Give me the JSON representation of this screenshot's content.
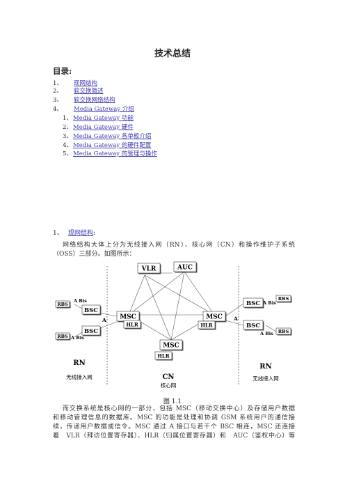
{
  "doc": {
    "title": "技术总结",
    "toc_heading": "目录:",
    "toc": [
      {
        "num": "1、",
        "label": "现网结构"
      },
      {
        "num": "2、",
        "label": "软交换简述"
      },
      {
        "num": "3、",
        "label": "软交换网络结构"
      },
      {
        "num": "4、",
        "label": "Media Gateway 介绍"
      }
    ],
    "toc_sub": [
      {
        "num": "1、",
        "label": "Media Gateway 功能"
      },
      {
        "num": "2、",
        "label": "Media Gateway 硬件"
      },
      {
        "num": "3、",
        "label": "Media Gateway 各单板介绍"
      },
      {
        "num": "4、",
        "label": "Media Gateway 的硬件配置"
      },
      {
        "num": "5、",
        "label": "Media Gateway 的管理与操作"
      }
    ],
    "section1": {
      "num": "1、",
      "label": "现网结构",
      "colon": ":"
    },
    "para1": [
      "网络结构大体上分为无线接入网（RN）、核心网（CN）和操作维护子系统",
      "（OSS）三部分。如图所示："
    ],
    "figure": {
      "caption": "图 1.1",
      "nodes": {
        "vlr": "VLR",
        "auc": "AUC",
        "msc": "MSC",
        "hlr": "HLR",
        "bsc": "BSC",
        "rbs": "RBS"
      },
      "labels": {
        "a_bis": "A Bis",
        "a": "A",
        "rn": "RN",
        "rn_sub": "无线接入网",
        "cn": "CN",
        "cn_sub": "核心网"
      }
    },
    "para2": [
      "而交换系统是核心网的一部分，包括 MSC（移动交换中心）及存储用户数据",
      "和移动管理信息的数据库。MSC 的功能是处理和协调 GSM 系统用户的通信接",
      "续，传递用户数据或信令。MSC 通过 A 接口与若干个 BSC 相连，MSC 还连接",
      "着　VLR（拜访位置寄存器）、HLR（归属位置寄存器）和　AUC（鉴权中心）等"
    ]
  }
}
